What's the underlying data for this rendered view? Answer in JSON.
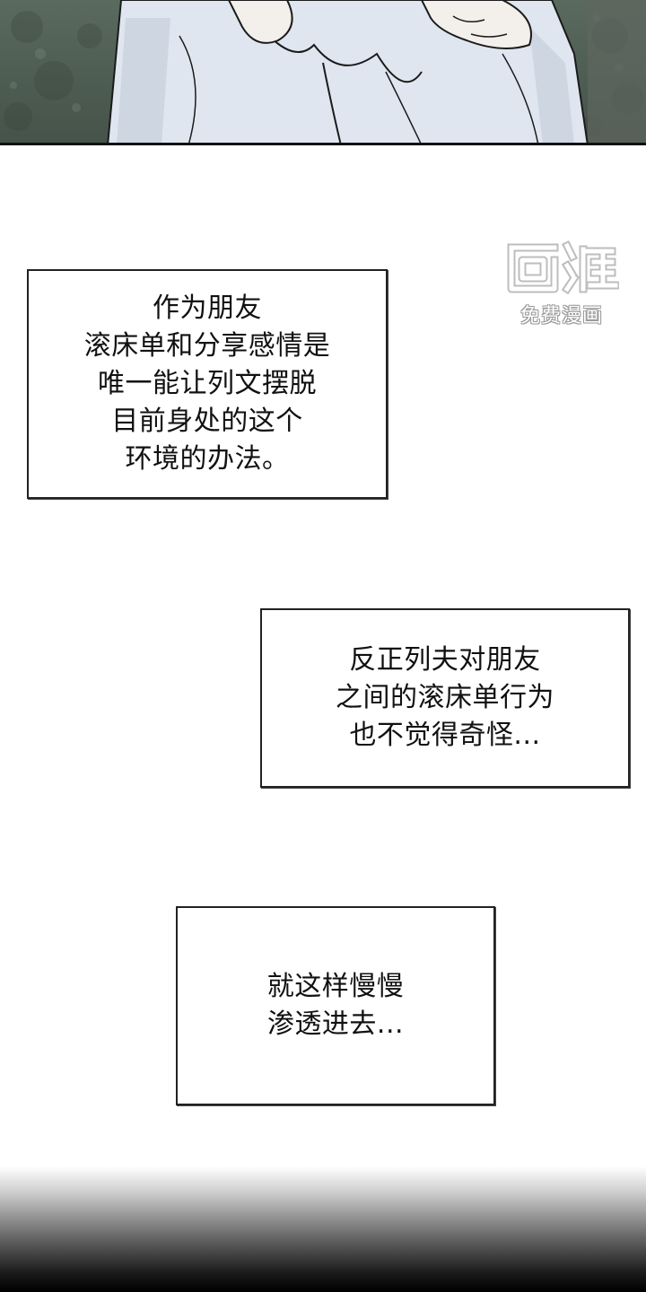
{
  "panels": {
    "narration_1": {
      "lines": [
        "作为朋友",
        "滚床单和分享感情是",
        "唯一能让列文摆脱",
        "目前身处的这个",
        "环境的办法。"
      ]
    },
    "narration_2": {
      "lines": [
        "反正列夫对朋友",
        "之间的滚床单行为",
        "也不觉得奇怪..."
      ]
    },
    "narration_3": {
      "lines": [
        "就这样慢慢",
        "渗透进去..."
      ]
    }
  },
  "watermark": {
    "logo": "画涯",
    "text": "免费漫画"
  },
  "colors": {
    "background": "#ffffff",
    "text": "#111111",
    "border": "#222222",
    "illustration_bg": "#4d5c52",
    "illustration_shirt": "#dfe6f0"
  }
}
